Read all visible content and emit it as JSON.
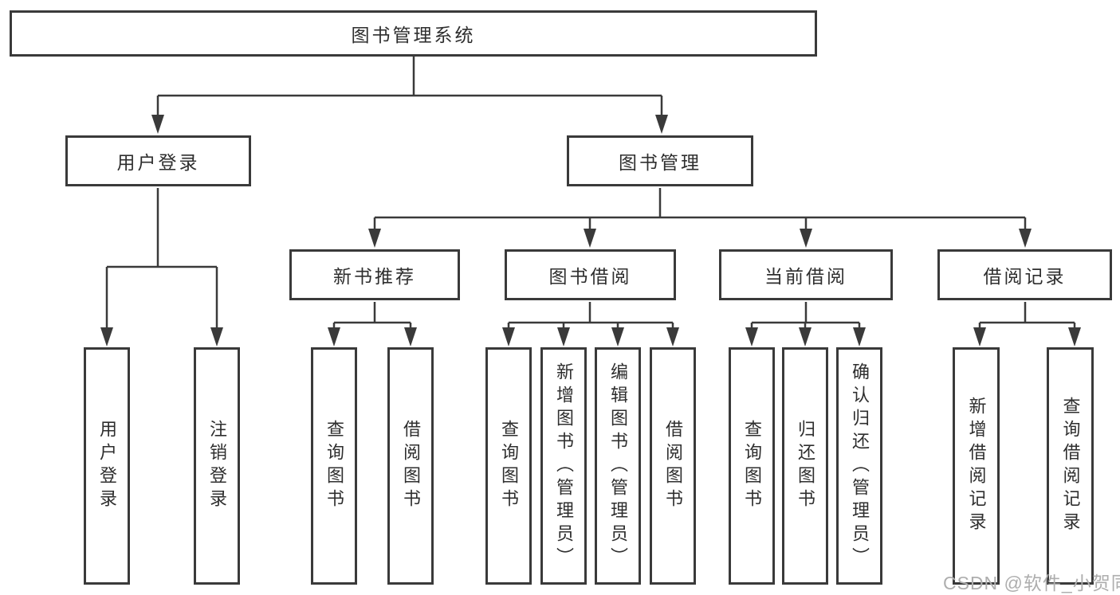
{
  "diagram": {
    "root": {
      "label": "图书管理系统"
    },
    "level2": [
      {
        "label": "用户登录"
      },
      {
        "label": "图书管理"
      }
    ],
    "level3": [
      {
        "label": "新书推荐"
      },
      {
        "label": "图书借阅"
      },
      {
        "label": "当前借阅"
      },
      {
        "label": "借阅记录"
      }
    ],
    "leaves": [
      {
        "label": "用户登录"
      },
      {
        "label": "注销登录"
      },
      {
        "label": "查询图书"
      },
      {
        "label": "借阅图书"
      },
      {
        "label": "查询图书"
      },
      {
        "label": "新增图书（管理员）"
      },
      {
        "label": "编辑图书（管理员）"
      },
      {
        "label": "借阅图书"
      },
      {
        "label": "查询图书"
      },
      {
        "label": "归还图书"
      },
      {
        "label": "确认归还（管理员）"
      },
      {
        "label": "新增借阅记录"
      },
      {
        "label": "查询借阅记录"
      }
    ],
    "watermark": "CSDN @软件_小贺同学",
    "colors": {
      "line": "#3a3a3a",
      "box_border": "#3a3a3a",
      "text": "#2e2e2e",
      "watermark": "#aeaeae",
      "background": "#ffffff"
    }
  }
}
